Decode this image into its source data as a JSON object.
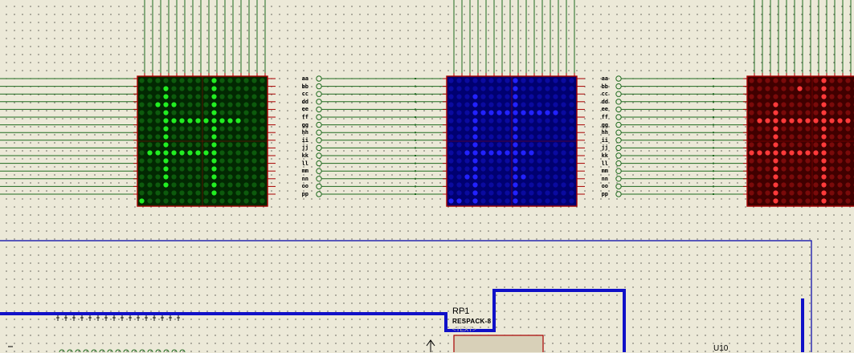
{
  "pin_labels": [
    "aa",
    "bb",
    "cc",
    "dd",
    "ee",
    "ff",
    "gg",
    "hh",
    "ii",
    "jj",
    "kk",
    "ll",
    "mm",
    "nn",
    "oo",
    "pp"
  ],
  "components": {
    "resistor_pack": {
      "ref": "RP1",
      "value": "RESPACK-8",
      "ghost_text": "<TEXT>"
    },
    "ic_partial_ref": "U10"
  },
  "matrices": [
    {
      "name": "green-led-matrix",
      "led_on": "#22ee22",
      "led_off": "#0d5a0d",
      "bg": "#022802"
    },
    {
      "name": "blue-led-matrix",
      "led_on": "#2222ff",
      "led_off": "#0a0aa0",
      "bg": "#000070"
    },
    {
      "name": "red-led-matrix",
      "led_on": "#ff3a3a",
      "led_off": "#7a0a0a",
      "bg": "#400000"
    }
  ],
  "colors": {
    "wire": "#1e6a1e",
    "bus": "#1010c8",
    "frame": "#0000a8",
    "matrix_border": "#a80000"
  }
}
